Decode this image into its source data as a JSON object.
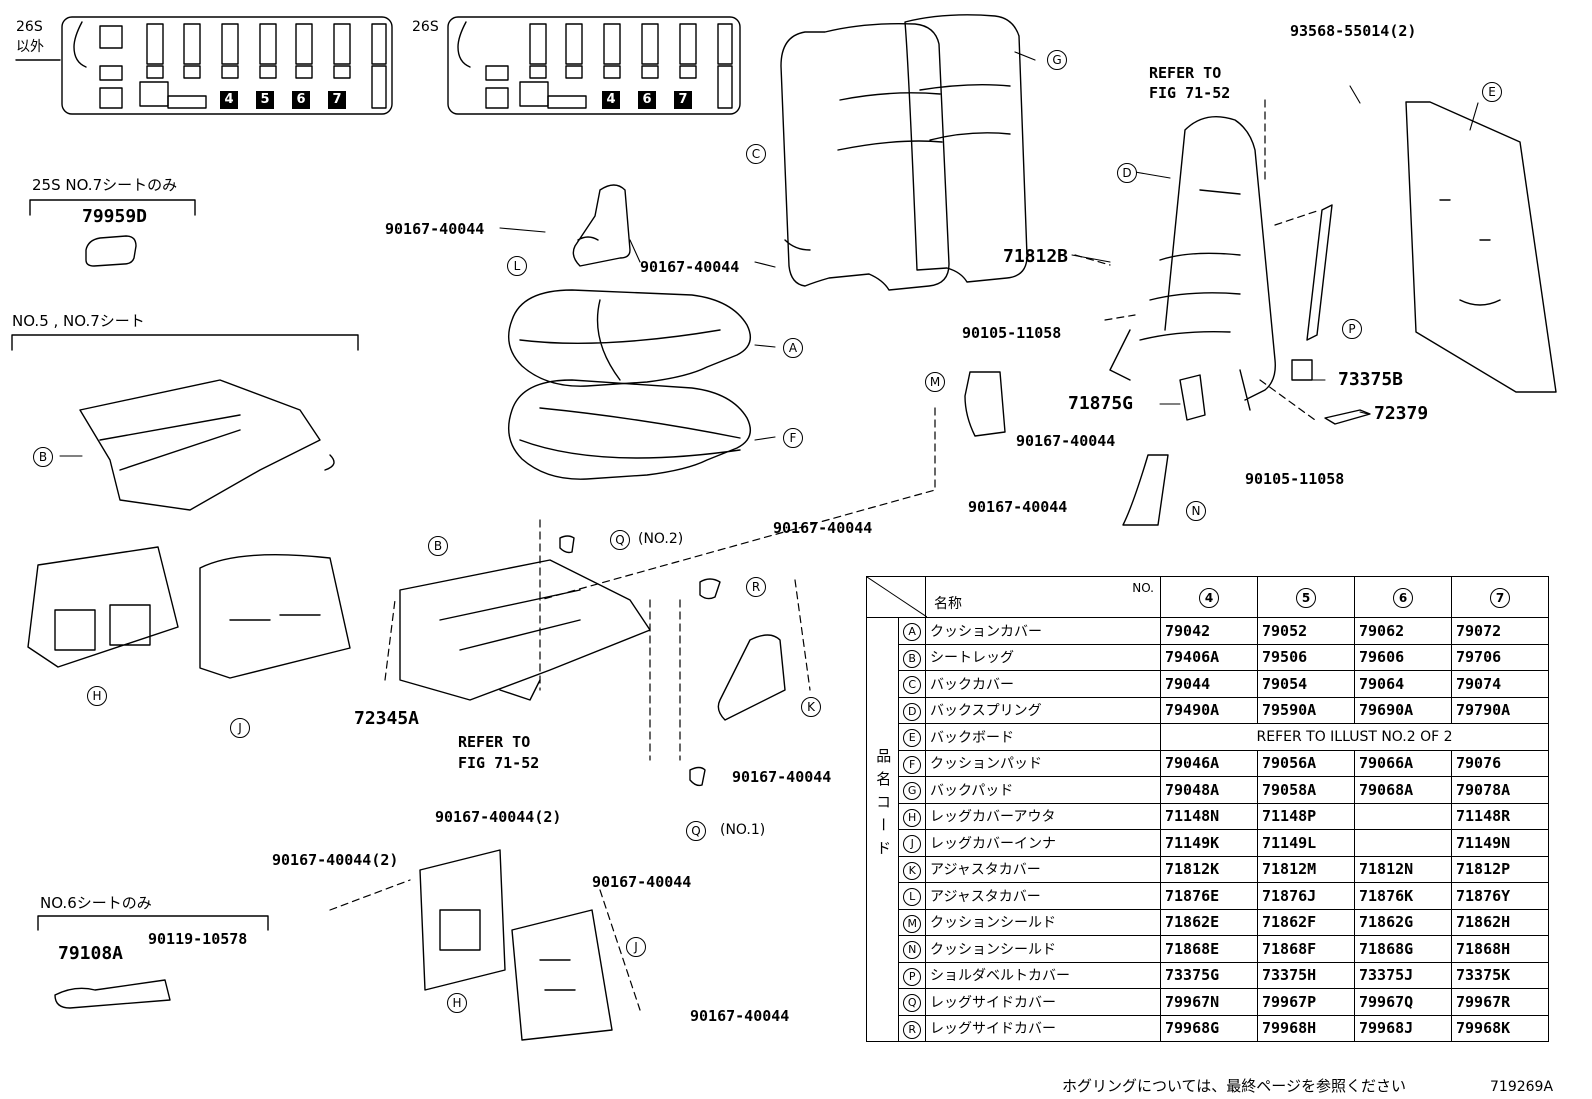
{
  "layouts": {
    "left": {
      "tag": "26S",
      "tag_sub": "以外",
      "highlighted_seats": [
        "4",
        "5",
        "6",
        "7"
      ]
    },
    "right": {
      "tag": "26S",
      "highlighted_seats": [
        "4",
        "6",
        "7"
      ]
    }
  },
  "notes": {
    "s25": "25S NO.7シートのみ",
    "no57": "NO.5 , NO.7シート",
    "no6": "NO.6シートのみ",
    "refer1": "REFER TO",
    "refer1b": "FIG 71-52",
    "refer2": "REFER TO",
    "refer2b": "FIG 71-52"
  },
  "part_numbers": {
    "p79959D": "79959D",
    "p93568": "93568-55014(2)",
    "p90167_a": "90167-40044",
    "p90167_b": "90167-40044",
    "p71812B": "71812B",
    "p90105_a": "90105-11058",
    "p73375B": "73375B",
    "p71875G": "71875G",
    "p72379": "72379",
    "p90167_c": "90167-40044",
    "p90167_d": "90167-40044",
    "p90105_b": "90105-11058",
    "p90167_e": "90167-40044",
    "p72345A": "72345A",
    "p90167_f": "90167-40044",
    "p90167_g": "90167-40044(2)",
    "p90167_h": "90167-40044(2)",
    "p90167_i": "90167-40044",
    "p79108A": "79108A",
    "p90119": "90119-10578",
    "p90167_j": "90167-40044",
    "q_no2": "(NO.2)",
    "q_no1": "(NO.1)"
  },
  "callouts": {
    "A": "A",
    "B": "B",
    "C": "C",
    "D": "D",
    "E": "E",
    "F": "F",
    "G": "G",
    "H": "H",
    "J": "J",
    "K": "K",
    "L": "L",
    "M": "M",
    "N": "N",
    "P": "P",
    "Q": "Q",
    "R": "R"
  },
  "table": {
    "header_name": "名称",
    "header_no": "NO.",
    "columns": [
      "4",
      "5",
      "6",
      "7"
    ],
    "side_label": "品名コード",
    "rows": [
      {
        "letter": "A",
        "name": "クッションカバー",
        "c4": "79042",
        "c5": "79052",
        "c6": "79062",
        "c7": "79072"
      },
      {
        "letter": "B",
        "name": "シートレッグ",
        "c4": "79406A",
        "c5": "79506",
        "c6": "79606",
        "c7": "79706"
      },
      {
        "letter": "C",
        "name": "バックカバー",
        "c4": "79044",
        "c5": "79054",
        "c6": "79064",
        "c7": "79074"
      },
      {
        "letter": "D",
        "name": "バックスプリング",
        "c4": "79490A",
        "c5": "79590A",
        "c6": "79690A",
        "c7": "79790A"
      },
      {
        "letter": "E",
        "name": "バックボード",
        "span": "REFER TO ILLUST NO.2 OF 2"
      },
      {
        "letter": "F",
        "name": "クッションパッド",
        "c4": "79046A",
        "c5": "79056A",
        "c6": "79066A",
        "c7": "79076"
      },
      {
        "letter": "G",
        "name": "バックパッド",
        "c4": "79048A",
        "c5": "79058A",
        "c6": "79068A",
        "c7": "79078A"
      },
      {
        "letter": "H",
        "name": "レッグカバーアウタ",
        "c4": "71148N",
        "c5": "71148P",
        "c6": "",
        "c7": "71148R"
      },
      {
        "letter": "J",
        "name": "レッグカバーインナ",
        "c4": "71149K",
        "c5": "71149L",
        "c6": "",
        "c7": "71149N"
      },
      {
        "letter": "K",
        "name": "アジャスタカバー",
        "c4": "71812K",
        "c5": "71812M",
        "c6": "71812N",
        "c7": "71812P"
      },
      {
        "letter": "L",
        "name": "アジャスタカバー",
        "c4": "71876E",
        "c5": "71876J",
        "c6": "71876K",
        "c7": "71876Y"
      },
      {
        "letter": "M",
        "name": "クッションシールド",
        "c4": "71862E",
        "c5": "71862F",
        "c6": "71862G",
        "c7": "71862H"
      },
      {
        "letter": "N",
        "name": "クッションシールド",
        "c4": "71868E",
        "c5": "71868F",
        "c6": "71868G",
        "c7": "71868H"
      },
      {
        "letter": "P",
        "name": "ショルダベルトカバー",
        "c4": "73375G",
        "c5": "73375H",
        "c6": "73375J",
        "c7": "73375K"
      },
      {
        "letter": "Q",
        "name": "レッグサイドカバー",
        "c4": "79967N",
        "c5": "79967P",
        "c6": "79967Q",
        "c7": "79967R"
      },
      {
        "letter": "R",
        "name": "レッグサイドカバー",
        "c4": "79968G",
        "c5": "79968H",
        "c6": "79968J",
        "c7": "79968K"
      }
    ]
  },
  "footer": {
    "note": "ホグリングについては、最終ページを参照ください",
    "fig_id": "719269A"
  }
}
